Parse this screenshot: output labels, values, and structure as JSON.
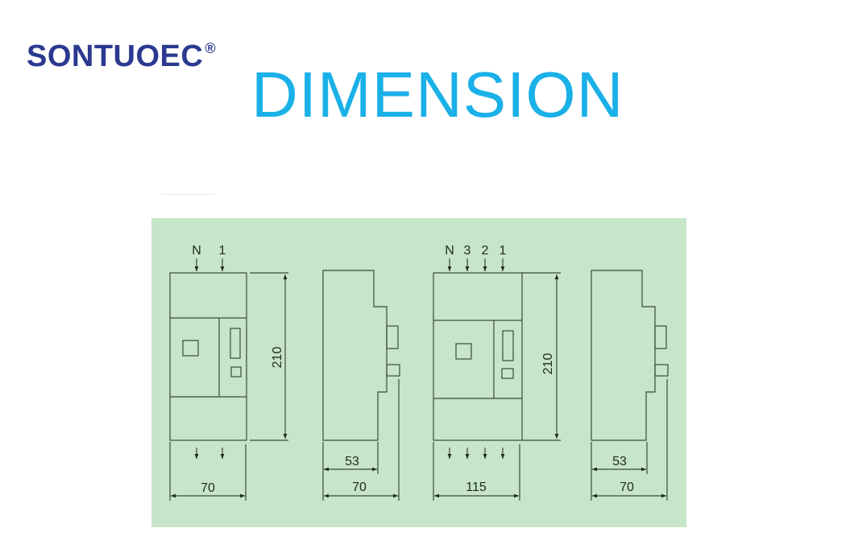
{
  "header": {
    "brand": "SONTUOEC",
    "brand_mark": "®",
    "title": "DIMENSION"
  },
  "colors": {
    "brand": "#2b3990",
    "title": "#1ab0e8",
    "panel_bg": "#c7e5c8",
    "line": "#3a4a3a"
  },
  "drawing": {
    "units": "mm",
    "views": [
      {
        "name": "2-pole-front",
        "terminals_top": [
          "N",
          "1"
        ],
        "height_label": "210",
        "width_label": "70"
      },
      {
        "name": "2-pole-side",
        "depth_inner_label": "53",
        "depth_outer_label": "70"
      },
      {
        "name": "4-pole-front",
        "terminals_top": [
          "N",
          "3",
          "2",
          "1"
        ],
        "height_label": "210",
        "width_label": "115"
      },
      {
        "name": "4-pole-side",
        "depth_inner_label": "53",
        "depth_outer_label": "70"
      }
    ]
  }
}
